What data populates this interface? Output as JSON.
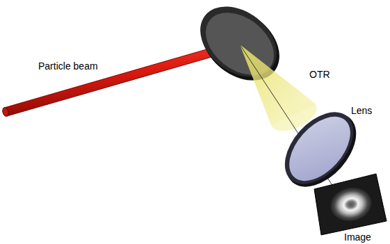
{
  "diagram": {
    "labels": [
      "Particle beam",
      "OTR",
      "Lens",
      "Image"
    ]
  }
}
